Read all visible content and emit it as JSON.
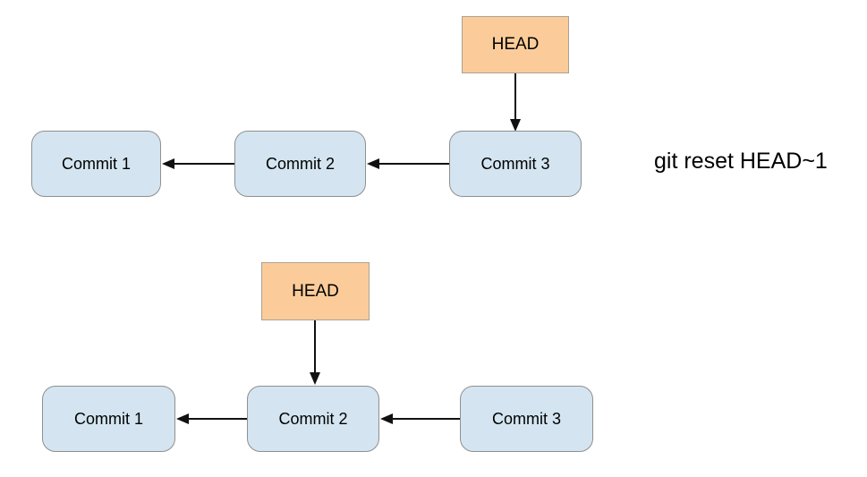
{
  "caption": "git reset HEAD~1",
  "before": {
    "head": "HEAD",
    "commits": [
      "Commit 1",
      "Commit 2",
      "Commit 3"
    ]
  },
  "after": {
    "head": "HEAD",
    "commits": [
      "Commit 1",
      "Commit 2",
      "Commit 3"
    ]
  },
  "colors": {
    "background": "#ffffff",
    "head_fill": "#fbcc99",
    "head_border": "#aaa295",
    "commit_fill": "#d4e5f1",
    "commit_border": "#8f8f8f",
    "arrow": "#111111",
    "text": "#000000"
  }
}
